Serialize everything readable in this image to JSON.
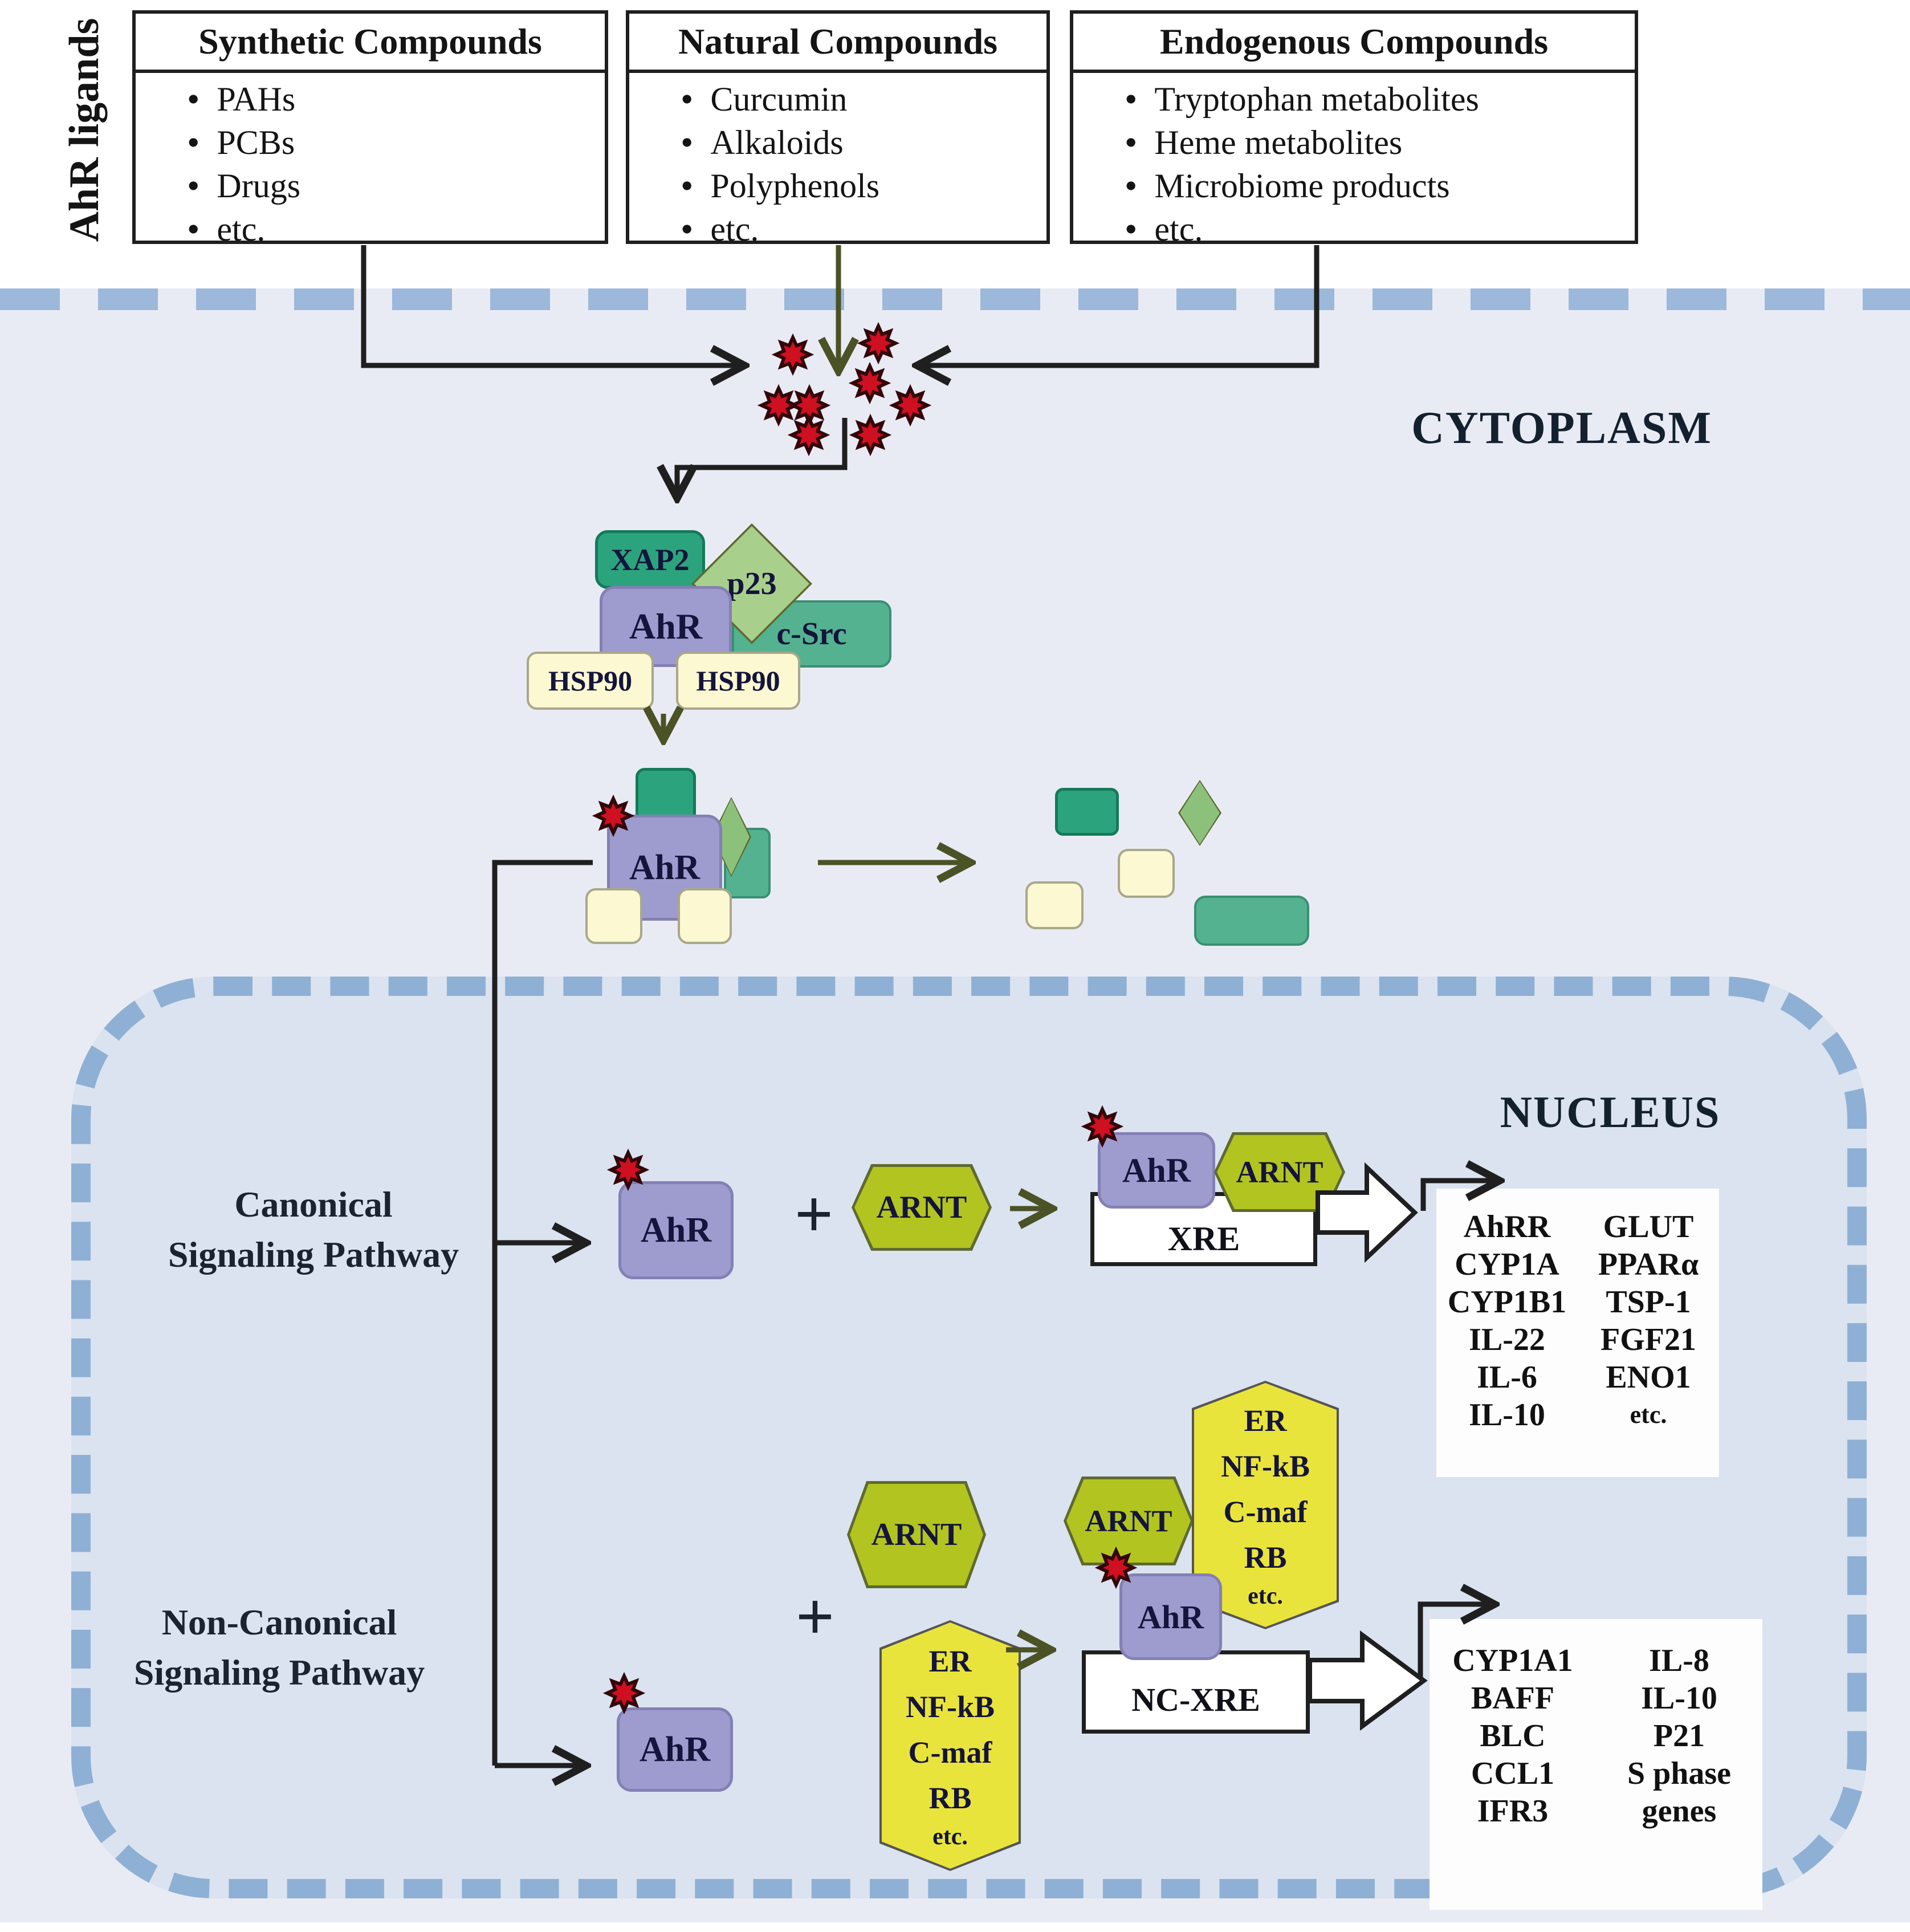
{
  "side_label": "AhR ligands",
  "boxes": [
    {
      "title": "Synthetic Compounds",
      "items": [
        "PAHs",
        "PCBs",
        "Drugs",
        "etc."
      ]
    },
    {
      "title": "Natural Compounds",
      "items": [
        "Curcumin",
        "Alkaloids",
        "Polyphenols",
        "etc."
      ]
    },
    {
      "title": "Endogenous Compounds",
      "items": [
        "Tryptophan metabolites",
        "Heme metabolites",
        "Microbiome products",
        "etc."
      ]
    }
  ],
  "regions": {
    "cytoplasm": "CYTOPLASM",
    "nucleus": "NUCLEUS"
  },
  "pathways": {
    "canonical": {
      "line1": "Canonical",
      "line2": "Signaling Pathway"
    },
    "noncanonical": {
      "line1": "Non-Canonical",
      "line2": "Signaling Pathway"
    }
  },
  "molecules": {
    "ahr": "AhR",
    "xap2": "XAP2",
    "p23": "p23",
    "csrc": "c-Src",
    "hsp90": "HSP90",
    "arnt": "ARNT",
    "plus": "+",
    "partners": [
      "ER",
      "NF-kB",
      "C-maf",
      "RB",
      "etc."
    ],
    "xre": "XRE",
    "ncxre": "NC-XRE"
  },
  "genes": {
    "canonical": {
      "col1": [
        "AhRR",
        "CYP1A",
        "CYP1B1",
        "IL-22",
        "IL-6",
        "IL-10"
      ],
      "col2": [
        "GLUT",
        "PPARα",
        "TSP-1",
        "FGF21",
        "ENO1",
        "etc."
      ]
    },
    "noncanonical": {
      "col1": [
        "CYP1A1",
        "BAFF",
        "BLC",
        "CCL1",
        "IFR3"
      ],
      "col2": [
        "IL-8",
        "IL-10",
        "P21",
        "S phase",
        "genes"
      ]
    }
  },
  "colors": {
    "ahr_purple": "#9e9bce",
    "arnt_green": "#b2c41f",
    "partner_yellow": "#e9e43b",
    "chaperone_teal": "#2ba47e",
    "csrc_green": "#54b290",
    "p23_green": "#a9cf8c",
    "hsp90_yellow": "#fbf8d2",
    "ligand_red": "#cf1021",
    "membrane_blue": "#9cb8da",
    "nucleus_border_blue": "#8fb0d5",
    "cytoplasm_fill": "#e9ebf4",
    "nucleus_fill": "#dae3ef",
    "olive": "#4a5226",
    "ink": "#1f1f1f"
  }
}
